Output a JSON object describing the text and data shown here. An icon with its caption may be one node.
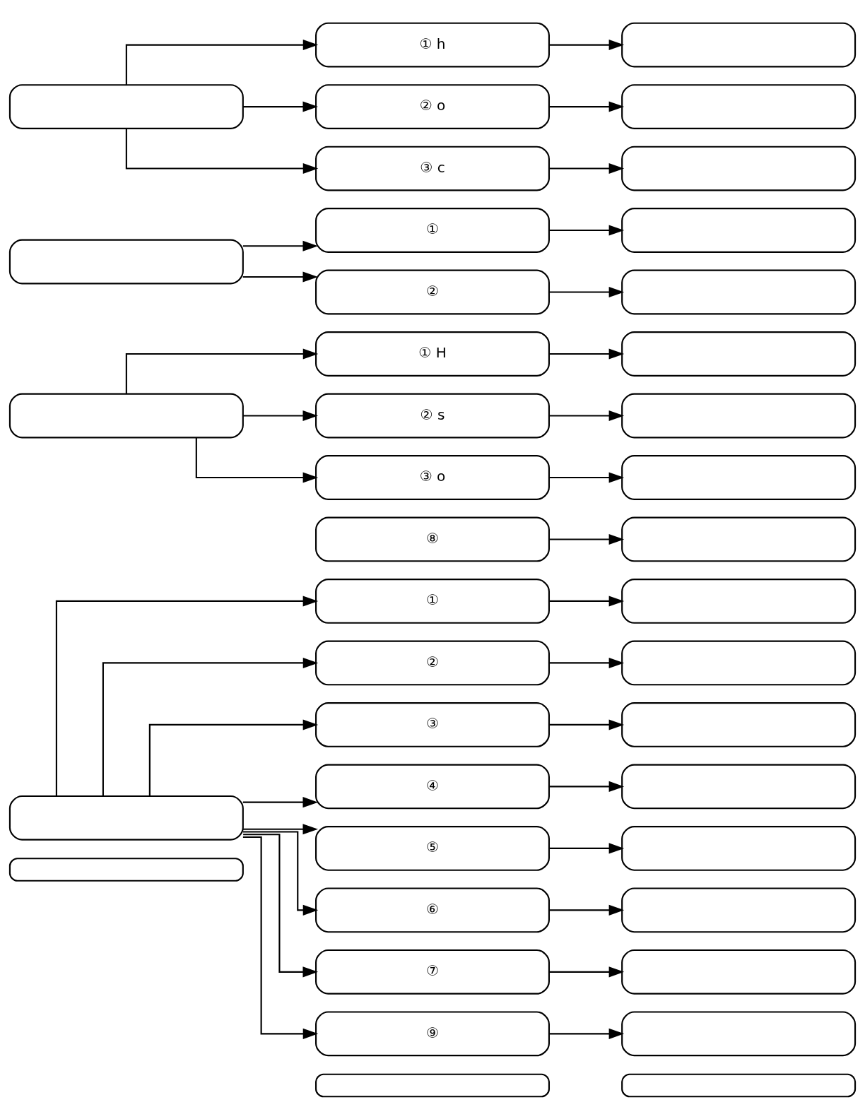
{
  "diagram": {
    "nodes": [
      {
        "text": [],
        "shape": "box"
      },
      {
        "text": [],
        "shape": "box"
      },
      {
        "text": [],
        "shape": "box"
      },
      {
        "text": [],
        "shape": "box"
      },
      {
        "text": [
          "①"
        ]
      },
      {
        "text": [],
        "shape": "box"
      },
      {
        "text": [
          "②"
        ]
      },
      {
        "text": [],
        "shape": "box"
      },
      {
        "text": [
          "③"
        ]
      },
      {
        "text": [],
        "shape": "box"
      },
      {
        "text": [
          "④"
        ]
      },
      {
        "text": [],
        "shape": "box"
      },
      {
        "text": [
          "⑤"
        ]
      },
      {
        "text": [],
        "shape": "box"
      },
      {
        "text": [
          "⑥"
        ]
      },
      {
        "text": [],
        "shape": "box"
      },
      {
        "text": [
          "⑦"
        ]
      },
      {
        "text": [],
        "shape": "box"
      },
      {
        "text": [
          "⑧"
        ]
      },
      {
        "text": [],
        "shape": "box"
      },
      {
        "text": [
          "⑨"
        ]
      },
      {
        "text": [],
        "shape": "box"
      },
      {
        "text": [],
        "shape": "box"
      },
      {
        "text": [
          "① H"
        ]
      },
      {
        "text": [],
        "shape": "box"
      },
      {
        "text": [
          "② s"
        ]
      },
      {
        "text": [],
        "shape": "box"
      },
      {
        "text": [
          "③ o"
        ]
      },
      {
        "text": [],
        "shape": "box"
      },
      {
        "text": [],
        "shape": "box"
      },
      {
        "text": [
          "①"
        ]
      },
      {
        "text": [],
        "shape": "box"
      },
      {
        "text": [
          "②"
        ]
      },
      {
        "text": [],
        "shape": "box"
      },
      {
        "text": [],
        "shape": "box"
      },
      {
        "text": [
          "① h"
        ]
      },
      {
        "text": [],
        "shape": "box"
      },
      {
        "text": [
          "② o"
        ]
      },
      {
        "text": [],
        "shape": "box"
      },
      {
        "text": [
          "③ c"
        ]
      },
      {
        "text": [],
        "shape": "box"
      }
    ],
    "edges": [
      {
        "from": 3,
        "to": 4,
        "arrow": "to"
      },
      {
        "from": 4,
        "to": 5,
        "arrow": "to"
      },
      {
        "from": 3,
        "to": 6,
        "arrow": "to"
      },
      {
        "from": 6,
        "to": 7,
        "arrow": "to"
      },
      {
        "from": 3,
        "to": 8,
        "arrow": "to"
      },
      {
        "from": 8,
        "to": 9,
        "arrow": "to"
      },
      {
        "from": 3,
        "to": 10,
        "arrow": "to"
      },
      {
        "from": 10,
        "to": 11,
        "arrow": "to"
      },
      {
        "from": 3,
        "to": 12,
        "arrow": "to"
      },
      {
        "from": 12,
        "to": 13,
        "arrow": "to"
      },
      {
        "from": 3,
        "to": 14,
        "arrow": "to"
      },
      {
        "from": 14,
        "to": 15,
        "arrow": "to"
      },
      {
        "from": 3,
        "to": 16,
        "arrow": "to"
      },
      {
        "from": 16,
        "to": 17,
        "arrow": "to"
      },
      {
        "from": 18,
        "to": 19,
        "arrow": "to"
      },
      {
        "from": 3,
        "to": 20,
        "arrow": "to"
      },
      {
        "from": 20,
        "to": 21,
        "arrow": "to"
      },
      {
        "from": 22,
        "to": 23,
        "arrow": "to"
      },
      {
        "from": 23,
        "to": 24,
        "arrow": "to"
      },
      {
        "from": 22,
        "to": 25,
        "arrow": "to"
      },
      {
        "from": 25,
        "to": 26,
        "arrow": "to"
      },
      {
        "from": 22,
        "to": 27,
        "arrow": "to"
      },
      {
        "from": 27,
        "to": 28,
        "arrow": "to"
      },
      {
        "from": 29,
        "to": 30,
        "arrow": "to"
      },
      {
        "from": 30,
        "to": 31,
        "arrow": "to"
      },
      {
        "from": 29,
        "to": 32,
        "arrow": "to"
      },
      {
        "from": 32,
        "to": 33,
        "arrow": "to"
      },
      {
        "from": 34,
        "to": 35,
        "arrow": "to"
      },
      {
        "from": 35,
        "to": 36,
        "arrow": "to"
      },
      {
        "from": 34,
        "to": 37,
        "arrow": "to"
      },
      {
        "from": 37,
        "to": 38,
        "arrow": "to"
      },
      {
        "from": 34,
        "to": 39,
        "arrow": "to"
      },
      {
        "from": 39,
        "to": 40,
        "arrow": "to"
      }
    ]
  }
}
